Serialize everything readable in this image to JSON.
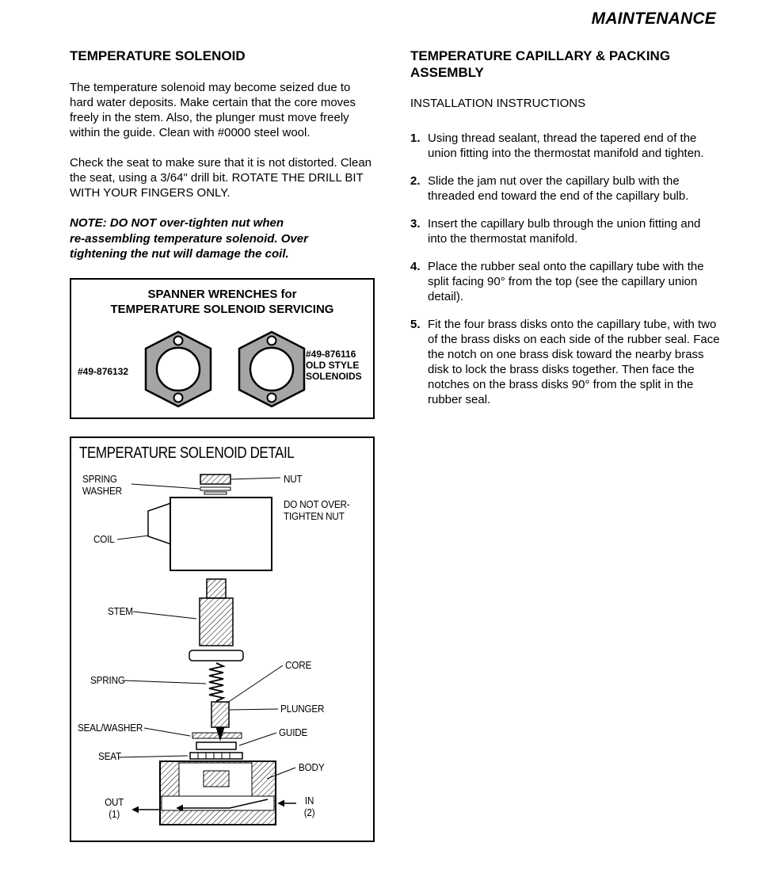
{
  "page": {
    "header": "MAINTENANCE"
  },
  "left": {
    "title": "TEMPERATURE SOLENOID",
    "para1": "The temperature solenoid may become seized due to hard water deposits.  Make certain that the core moves freely in the stem.  Also, the plunger must move freely within the guide.  Clean with #0000 steel wool.",
    "para2": "Check the seat to make sure that it is not distorted. Clean the seat, using a 3/64\" drill bit.  ROTATE THE DRILL BIT WITH YOUR FINGERS ONLY.",
    "note": "NOTE:  DO NOT over-tighten nut when\nre-assembling temperature solenoid.  Over\ntightening the nut will damage the coil.",
    "spanner_box": {
      "title_line1": "SPANNER WRENCHES for",
      "title_line2": "TEMPERATURE SOLENOID SERVICING",
      "left_label": "#49-876132",
      "right_label_line1": "#49-876116",
      "right_label_line2": "OLD STYLE",
      "right_label_line3": "SOLENOIDS",
      "wrench_fill": "#a5a5a5"
    },
    "solenoid_detail": {
      "title": "TEMPERATURE SOLENOID DETAIL",
      "labels": {
        "spring_washer": "SPRING\nWASHER",
        "nut": "NUT",
        "do_not_overtighten": "DO NOT OVER-\nTIGHTEN NUT",
        "coil": "COIL",
        "stem": "STEM",
        "spring": "SPRING",
        "core": "CORE",
        "plunger": "PLUNGER",
        "seal_washer": "SEAL/WASHER",
        "guide": "GUIDE",
        "seat": "SEAT",
        "body": "BODY",
        "out": "OUT\n(1)",
        "in": "IN\n(2)"
      }
    }
  },
  "right": {
    "title": "TEMPERATURE CAPILLARY & PACKING ASSEMBLY",
    "subtitle": "INSTALLATION INSTRUCTIONS",
    "steps": [
      {
        "num": "1.",
        "text": "Using thread sealant, thread the tapered end of the union fitting into the thermostat manifold and tighten."
      },
      {
        "num": "2.",
        "text": "Slide the jam nut over the capillary bulb with the threaded end toward the end of the capillary bulb."
      },
      {
        "num": "3.",
        "text": "Insert the capillary bulb through the union fitting and into the thermostat manifold."
      },
      {
        "num": "4.",
        "text": "Place the rubber seal onto the capillary tube with the split facing 90° from the top (see the capillary union detail)."
      },
      {
        "num": "5.",
        "text": "Fit the four brass disks onto the capillary tube, with two of the brass disks on each side of the rubber seal.  Face the notch on one brass disk toward the nearby brass disk to lock the brass disks together.  Then face the notches on the brass disks 90° from the split in the rubber seal."
      }
    ]
  }
}
